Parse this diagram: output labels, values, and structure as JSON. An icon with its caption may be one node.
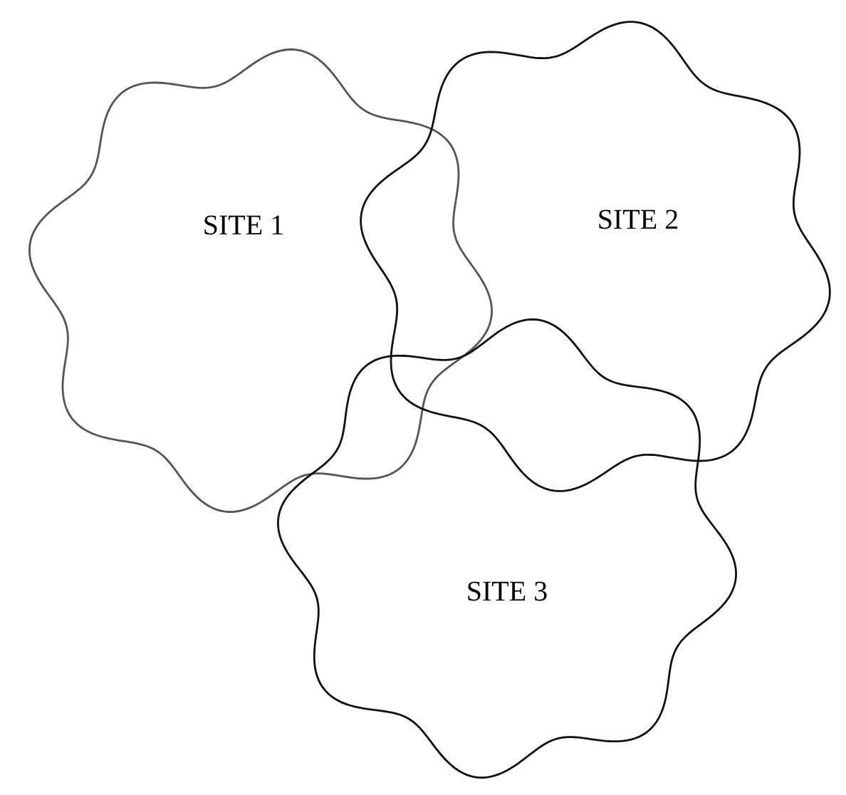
{
  "diagram": {
    "nodes": [
      {
        "text": [
          "SITE 1"
        ]
      },
      {
        "text": [
          "SITE 2"
        ]
      },
      {
        "text": [
          "SITE 3"
        ]
      }
    ]
  }
}
